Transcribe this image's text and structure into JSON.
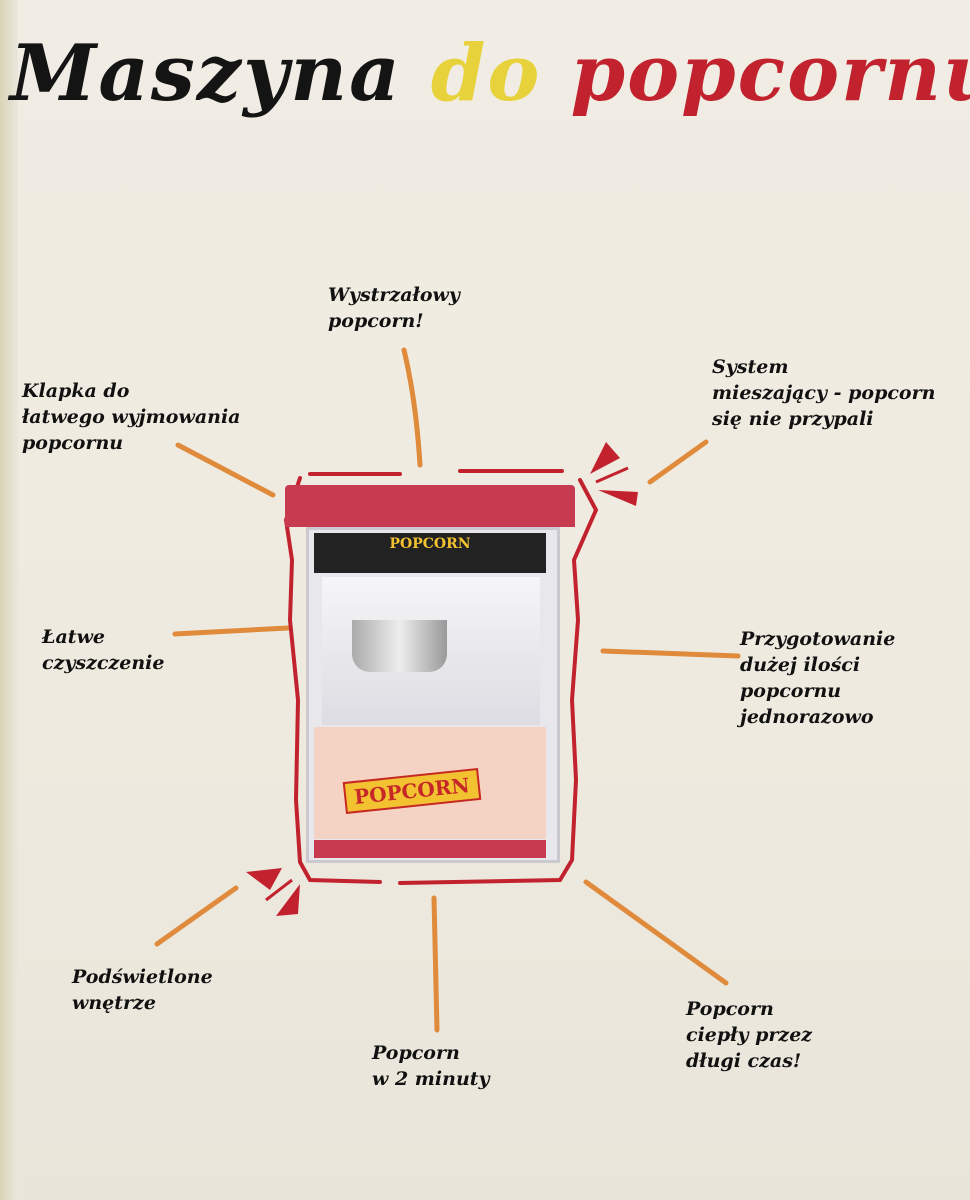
{
  "title": {
    "part1": "Maszyna",
    "part2": "do",
    "part3": "popcornu"
  },
  "machine": {
    "banner_label": "POPCORN",
    "front_label": "POPCORN"
  },
  "notes": {
    "top": "Wystrzałowy\npopcorn!",
    "top_left": "Klapka do\nłatwego wyjmowania\npopcornu",
    "top_right": "System\nmieszający - popcorn\nsię nie przypali",
    "left": "Łatwe\nczyszczenie",
    "right": "Przygotowanie\ndużej ilości\npopcornu\njednorazowo",
    "bottom_left": "Podświetlone\nwnętrze",
    "bottom": "Popcorn\nw 2 minuty",
    "bottom_right": "Popcorn\nciepły przez\ndługi czas!"
  },
  "colors": {
    "ink": "#111111",
    "yellow": "#e8d23c",
    "red": "#c2222e",
    "orange": "#e08a3c"
  }
}
